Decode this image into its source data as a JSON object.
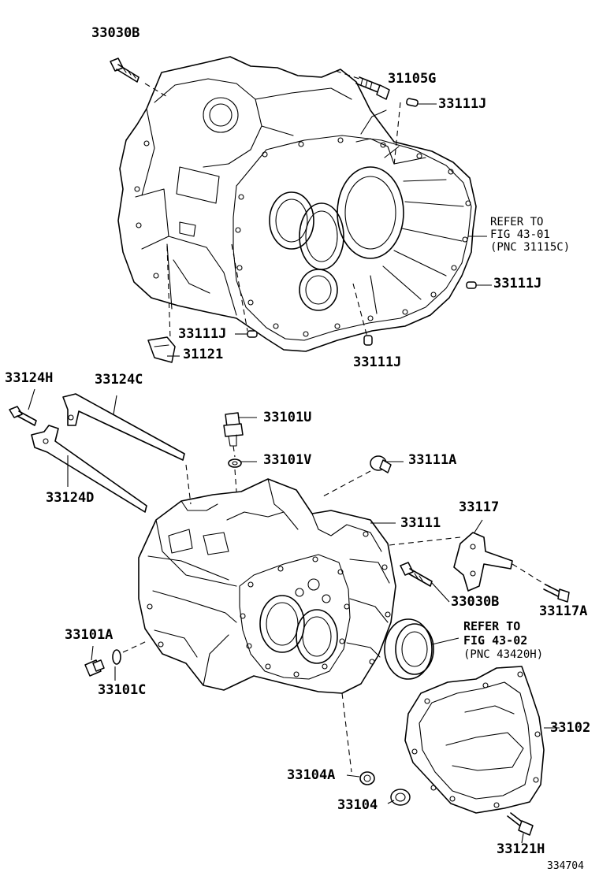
{
  "figure_id": "334704",
  "labels": {
    "p33030B_top": "33030B",
    "p31105G": "31105G",
    "p33111J_a": "33111J",
    "p33111J_b": "33111J",
    "p33111J_c": "33111J",
    "p33111J_d": "33111J",
    "p31121": "31121",
    "p33124H": "33124H",
    "p33124C": "33124C",
    "p33124D": "33124D",
    "p33101U": "33101U",
    "p33101V": "33101V",
    "p33111A": "33111A",
    "p33111": "33111",
    "p33117": "33117",
    "p33030B_mid": "33030B",
    "p33117A": "33117A",
    "p33101A": "33101A",
    "p33101C": "33101C",
    "p33102": "33102",
    "p33104A": "33104A",
    "p33104": "33104",
    "p33121H": "33121H"
  },
  "refs": {
    "ref1_line1": "REFER TO",
    "ref1_line2": "FIG 43-01",
    "ref1_line3": "(PNC 31115C)",
    "ref2_line1": "REFER TO",
    "ref2_line2": "FIG 43-02",
    "ref2_line3": "(PNC 43420H)"
  }
}
